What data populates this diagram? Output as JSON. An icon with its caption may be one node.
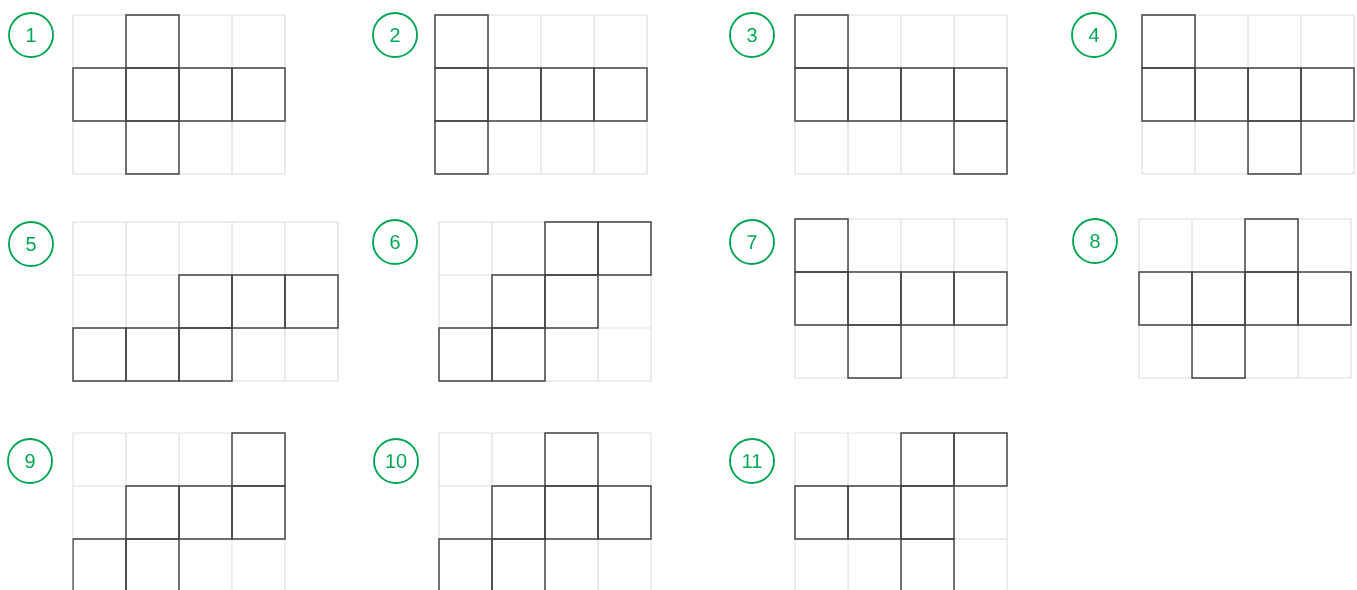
{
  "diagram": {
    "nodes": [
      {
        "text": [
          "1"
        ]
      },
      {
        "text": [
          "2"
        ]
      },
      {
        "text": [
          "3"
        ]
      },
      {
        "text": [
          "4"
        ]
      },
      {
        "text": [
          "5"
        ]
      },
      {
        "text": [
          "6"
        ]
      },
      {
        "text": [
          "7"
        ]
      },
      {
        "text": [
          "8"
        ]
      },
      {
        "text": [
          "9"
        ]
      },
      {
        "text": [
          "10"
        ]
      },
      {
        "text": [
          "11"
        ]
      }
    ]
  }
}
